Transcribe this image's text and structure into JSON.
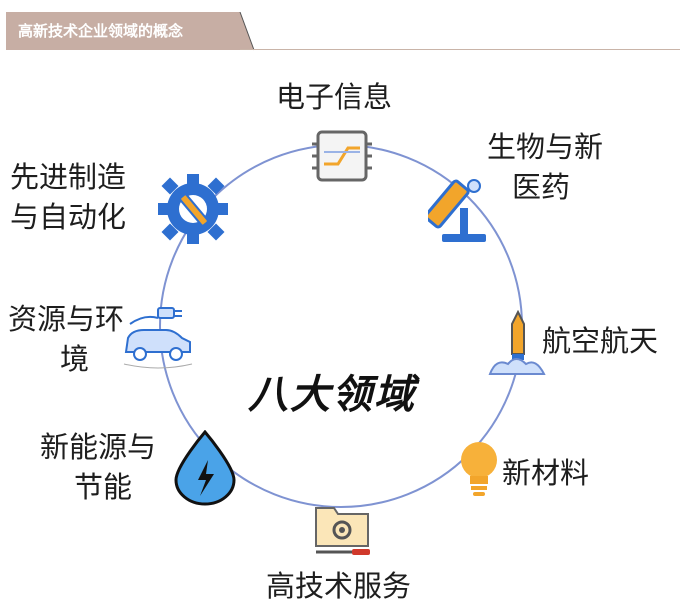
{
  "header": {
    "title": "高新技术企业领域的概念"
  },
  "center_label": "八大领域",
  "fields": [
    {
      "label": "电子信息",
      "icon": "circuit-chip-icon"
    },
    {
      "label": "生物与新医药",
      "icon": "microscope-icon"
    },
    {
      "label": "航空航天",
      "icon": "rocket-icon"
    },
    {
      "label": "新材料",
      "icon": "lightbulb-icon"
    },
    {
      "label": "高技术服务",
      "icon": "gear-folder-icon"
    },
    {
      "label": "新能源与节能",
      "icon": "energy-drop-icon"
    },
    {
      "label": "资源与环境",
      "icon": "electric-car-icon"
    },
    {
      "label": "先进制造与自动化",
      "icon": "gear-wrench-icon"
    }
  ],
  "colors": {
    "ring": "#7a8fd0",
    "accent_blue": "#2e6fd0",
    "accent_orange": "#f2a52b",
    "header_bg": "#c7aea4"
  }
}
